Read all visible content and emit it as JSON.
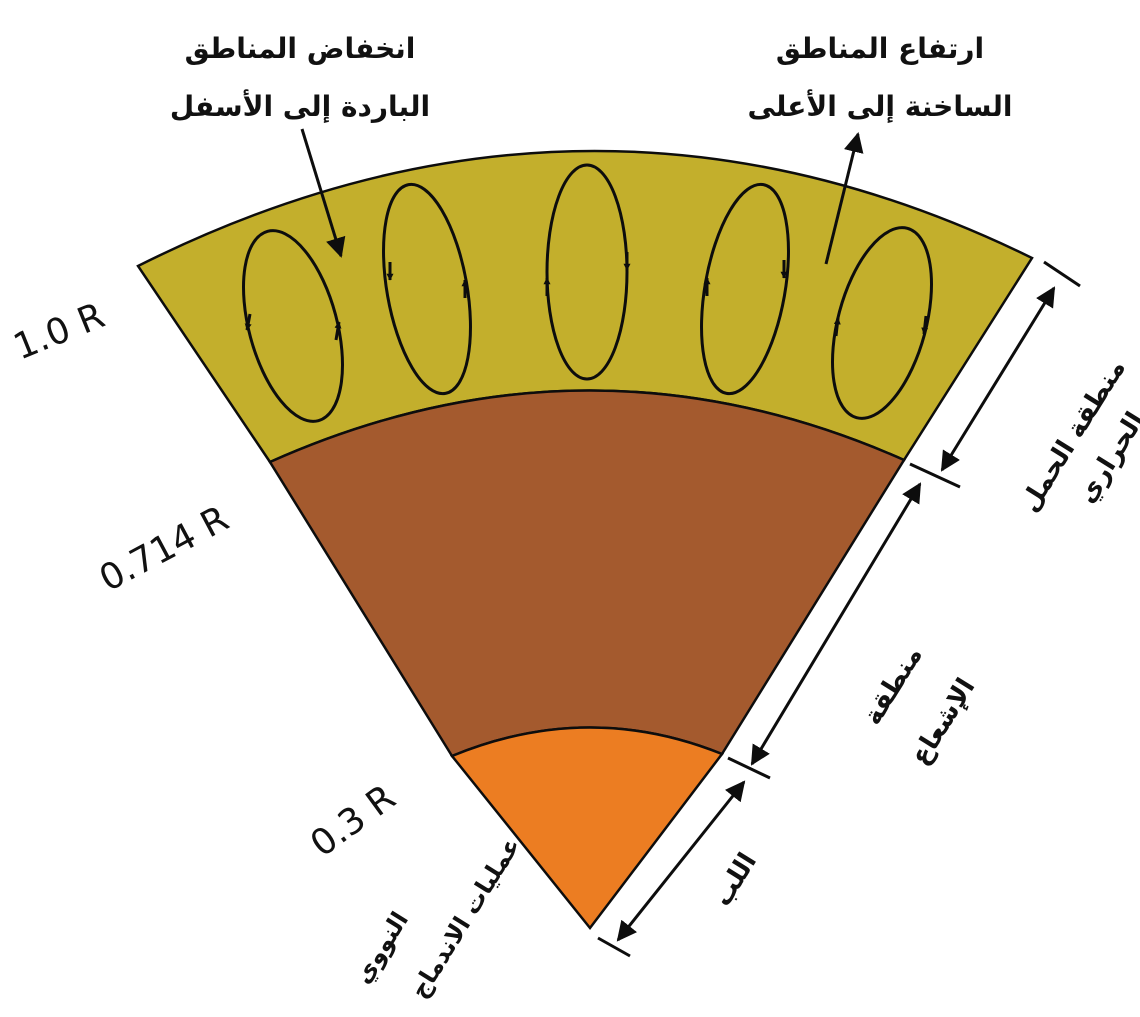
{
  "colors": {
    "convective": "#C3AF2C",
    "radiative": "#A45A2E",
    "core": "#EC7D22",
    "line": "#0d0d0d"
  },
  "top_labels": {
    "sinking": [
      "انخفاض المناطق",
      "الباردة إلى الأسفل"
    ],
    "rising": [
      "ارتفاع المناطق",
      "الساخنة إلى الأعلى"
    ]
  },
  "radius_labels": {
    "outer": "1.0 R",
    "middle": "0.714 R",
    "inner": "0.3 R"
  },
  "zone_labels": {
    "convective": [
      "منطقة الحمل",
      "الحراري"
    ],
    "radiative": [
      "منطقة",
      "الإشعاع"
    ],
    "core": "اللب",
    "fusion": [
      "عمليات الاندماج",
      "النووي"
    ]
  }
}
